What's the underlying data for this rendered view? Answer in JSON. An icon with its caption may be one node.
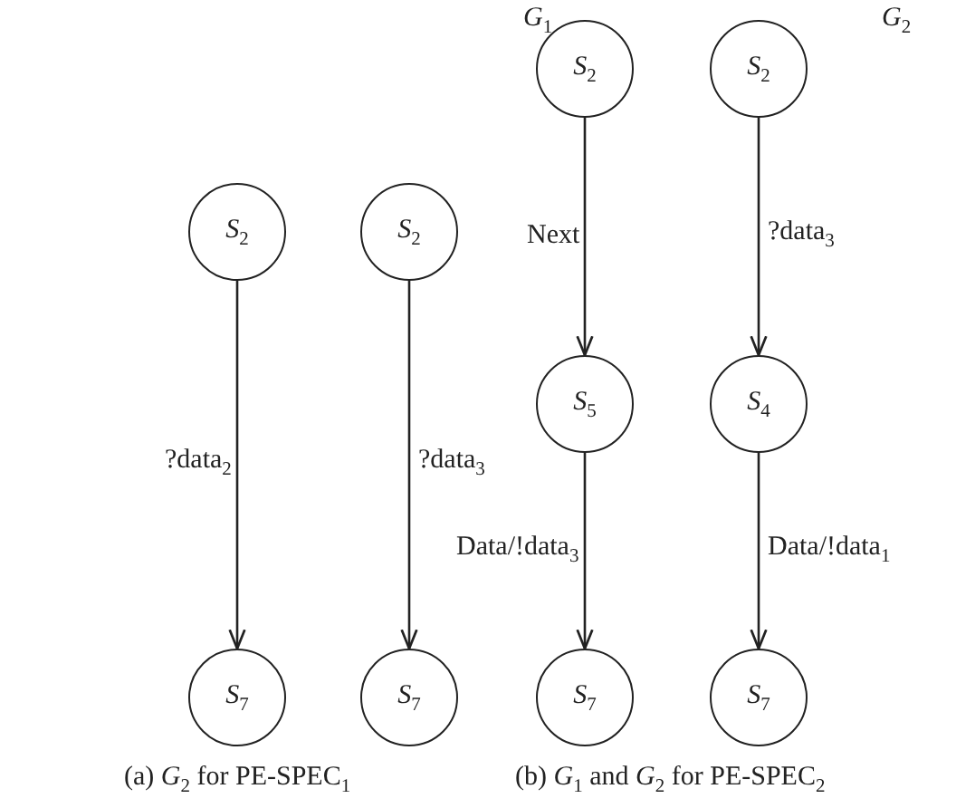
{
  "diagram": {
    "nodes": [
      {
        "text": [
          "*S*$_{2}$"
        ]
      },
      {
        "text": [
          "*S*$_{2}$"
        ]
      },
      {
        "text": [
          "*S*$_{7}$"
        ]
      },
      {
        "text": [
          "*S*$_{7}$"
        ]
      },
      {
        "text": [
          "*S*$_{2}$"
        ]
      },
      {
        "text": [
          "*S*$_{2}$"
        ]
      },
      {
        "text": [
          "*S*$_{5}$"
        ]
      },
      {
        "text": [
          "*S*$_{4}$"
        ]
      },
      {
        "text": [
          "*S*$_{7}$"
        ]
      },
      {
        "text": [
          "*S*$_{7}$"
        ]
      }
    ],
    "edges": [
      {
        "from": 0,
        "to": 2,
        "arrow": "to",
        "label": "?data$_{2}$"
      },
      {
        "from": 1,
        "to": 3,
        "arrow": "to",
        "label": "?data$_{3}$"
      },
      {
        "from": 4,
        "to": 6,
        "arrow": "to",
        "label": "Next"
      },
      {
        "from": 5,
        "to": 7,
        "arrow": "to",
        "label": "?data$_{3}$"
      },
      {
        "from": 6,
        "to": 8,
        "arrow": "to",
        "label": "Data/!data$_{3}$"
      },
      {
        "from": 7,
        "to": 9,
        "arrow": "to",
        "label": "Data/!data$_{1}$"
      }
    ],
    "labels": [
      "*G*$_{1}$",
      "*G*$_{2}$",
      "(a)  *G*$_{2}$ for PE-SPEC$_{1}$",
      "(b)  *G*$_{1}$ and *G*$_{2}$ for PE-SPEC$_{2}$"
    ]
  }
}
